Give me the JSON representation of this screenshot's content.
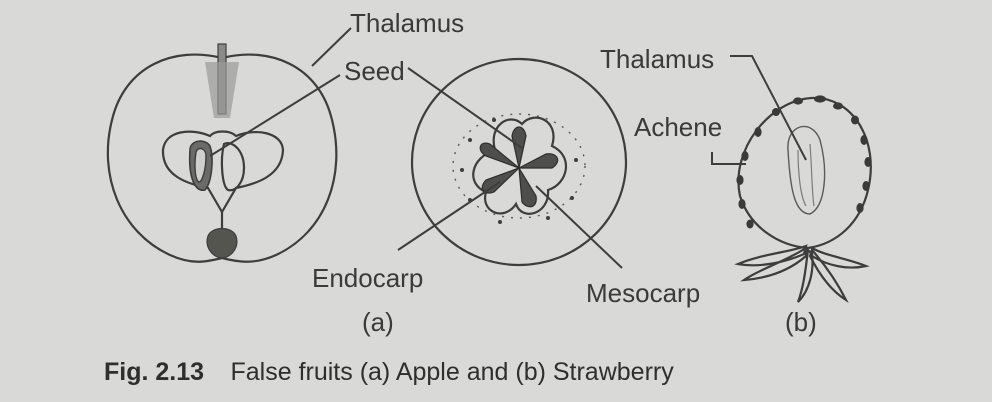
{
  "labels": {
    "thalamus_apple": "Thalamus",
    "seed": "Seed",
    "endocarp": "Endocarp",
    "mesocarp": "Mesocarp",
    "part_a": "(a)",
    "thalamus_strawberry": "Thalamus",
    "achene": "Achene",
    "part_b": "(b)"
  },
  "caption": {
    "number": "Fig. 2.13",
    "text": "False fruits (a) Apple and  (b) Strawberry"
  },
  "colors": {
    "background": "#d9d9d7",
    "ink": "#3d3d3d",
    "fill_light": "#cfcfcd",
    "fill_dark": "#6a6a68"
  }
}
